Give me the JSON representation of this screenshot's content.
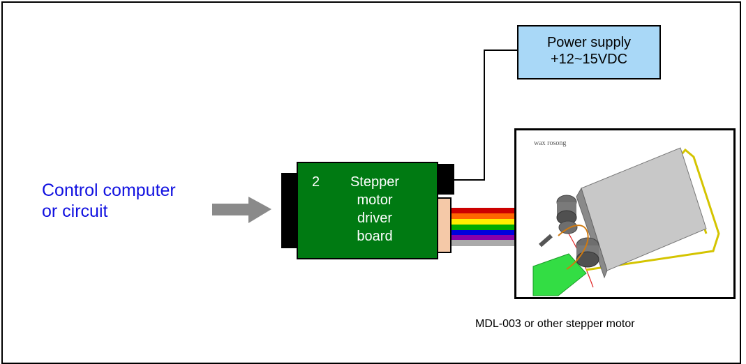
{
  "control": {
    "line1": "Control computer",
    "line2": "or circuit"
  },
  "power_supply": {
    "line1": "Power supply",
    "line2": "+12~15VDC"
  },
  "driver_board": {
    "number": "2",
    "label_lines": [
      "Stepper",
      "motor",
      "driver",
      "board"
    ]
  },
  "motor": {
    "caption": "MDL-003 or other stepper motor",
    "photo_text": "wax rosong"
  },
  "colors": {
    "control_text": "#1010e0",
    "power_box_fill": "#a9d8f7",
    "board_fill": "#007a12",
    "arrow": "#8a8a8a",
    "ribbon": [
      "#cc0000",
      "#ff6600",
      "#ffee00",
      "#00aa00",
      "#0000dd",
      "#8800aa",
      "#aaaaaa"
    ]
  },
  "icons": {
    "arrow": "right-arrow-icon",
    "motor": "stepper-motor-icon"
  }
}
